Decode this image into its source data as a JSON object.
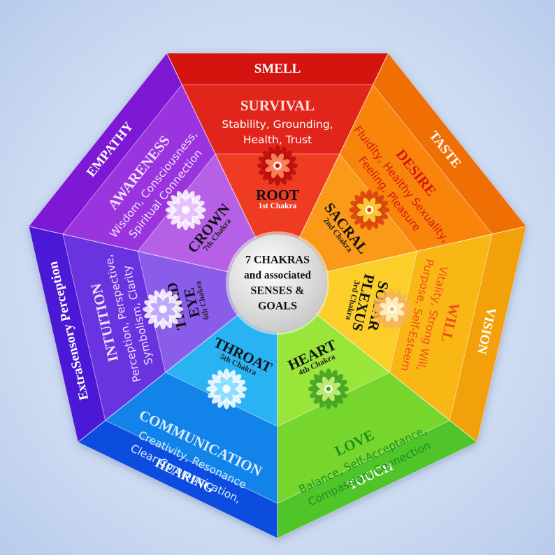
{
  "center": {
    "lines": [
      "7 CHAKRAS",
      "and associated",
      "SENSES &",
      "GOALS"
    ]
  },
  "sectors": [
    {
      "id": "root",
      "sense": "SMELL",
      "goal": "SURVIVAL",
      "desc": [
        "Stability, Grounding,",
        "Health, Trust"
      ],
      "chakra": [
        "ROOT"
      ],
      "chakra_number": "1st Chakra",
      "colors": {
        "band": "#d3140f",
        "mid": "#e1251b",
        "inner": "#ee3b22",
        "goal": "#fde2dc",
        "text": "#ffffff"
      },
      "mandala": "root-mandala-icon"
    },
    {
      "id": "sacral",
      "sense": "TASTE",
      "goal": "DESIRE",
      "desc": [
        "Fluidity, Healthy Sexuality,",
        "Feeling, Pleasure"
      ],
      "chakra": [
        "SACRAL"
      ],
      "chakra_number": "2nd Chakra",
      "colors": {
        "band": "#f06f05",
        "mid": "#f8840c",
        "inner": "#fb9a18",
        "goal": "#d7150f",
        "text": "#d7150f"
      },
      "mandala": "sacral-mandala-icon"
    },
    {
      "id": "solar-plexus",
      "sense": "VISION",
      "goal": "WILL",
      "desc": [
        "Vitality, Strong Will,",
        "Purpose, Self-Esteem"
      ],
      "chakra": [
        "SOLAR",
        "PLEXUS"
      ],
      "chakra_number": "3rd Chakra",
      "colors": {
        "band": "#f3a10b",
        "mid": "#f8b714",
        "inner": "#fbce2a",
        "goal": "#f24b1e",
        "text": "#f24b1e"
      },
      "mandala": "solar-plexus-mandala-icon"
    },
    {
      "id": "heart",
      "sense": "TOUCH",
      "goal": "LOVE",
      "desc": [
        "Balance, Self-Acceptance,",
        "Compassion, Connection"
      ],
      "chakra": [
        "HEART"
      ],
      "chakra_number": "4th Chakra",
      "colors": {
        "band": "#4fc52a",
        "mid": "#76d62d",
        "inner": "#9ae53a",
        "goal": "#1e8f1d",
        "text": "#1e8f1d"
      },
      "mandala": "heart-mandala-icon"
    },
    {
      "id": "throat",
      "sense": "HEARING",
      "goal": "COMMUNICATION",
      "desc": [
        "Creativity, Resonance",
        "Clear Communication,"
      ],
      "chakra": [
        "THROAT"
      ],
      "chakra_number": "5th Chakra",
      "colors": {
        "band": "#0c4de0",
        "mid": "#1283e8",
        "inner": "#29b3f2",
        "goal": "#d9ecff",
        "text": "#d9ecff"
      },
      "mandala": "throat-mandala-icon"
    },
    {
      "id": "third-eye",
      "sense": "ExtraSensory Perception",
      "goal": "INTUITION",
      "desc": [
        "Perception, Perspective,",
        "Symbolism, Clarity"
      ],
      "chakra": [
        "THIRD",
        "EYE"
      ],
      "chakra_number": "6th Chakra",
      "colors": {
        "band": "#4b19d6",
        "mid": "#6934e0",
        "inner": "#8a5cea",
        "goal": "#ebe2ff",
        "text": "#ebe2ff"
      },
      "mandala": "third-eye-mandala-icon"
    },
    {
      "id": "crown",
      "sense": "EMPATHY",
      "goal": "AWARENESS",
      "desc": [
        "Wisdom, Consciousness,",
        "Spiritual Connection"
      ],
      "chakra": [
        "CROWN"
      ],
      "chakra_number": "7th Chakra",
      "colors": {
        "band": "#7d18d4",
        "mid": "#9a34de",
        "inner": "#b660e8",
        "goal": "#f0e0ff",
        "text": "#f0e0ff"
      },
      "mandala": "crown-mandala-icon"
    }
  ]
}
